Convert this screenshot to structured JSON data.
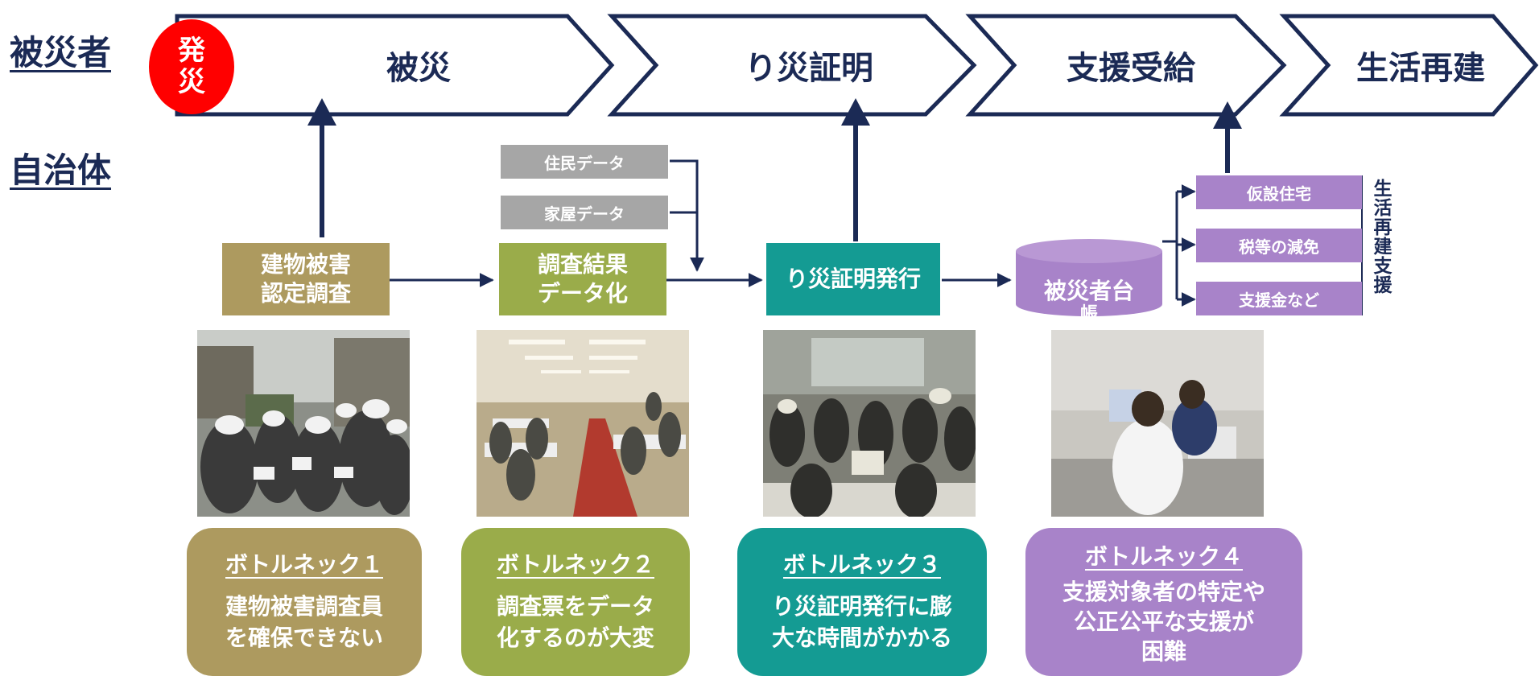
{
  "colors": {
    "navy": "#1b2a55",
    "red": "#ff0000",
    "olive": "#ad9a5f",
    "green": "#9aac4a",
    "teal": "#149b93",
    "purple": "#a883c9",
    "gray": "#a6a6a6"
  },
  "rows": {
    "victim": "被災者",
    "municipality": "自治体"
  },
  "burst": {
    "line1": "発",
    "line2": "災"
  },
  "stages": [
    "被災",
    "り災証明",
    "支援受給",
    "生活再建"
  ],
  "processes": {
    "survey": {
      "line1": "建物被害",
      "line2": "認定調査"
    },
    "digitize": {
      "line1": "調査結果",
      "line2": "データ化"
    },
    "certificate": "り災証明発行",
    "ledger": {
      "line1": "被災者台",
      "line2": "帳"
    }
  },
  "data_sources": [
    "住民データ",
    "家屋データ"
  ],
  "support_items": [
    "仮設住宅",
    "税等の減免",
    "支援金など"
  ],
  "support_group_label": "生活再建支援",
  "photos": [
    "building-damage-survey-photo",
    "data-entry-office-photo",
    "certificate-counter-photo",
    "consultation-desk-photo"
  ],
  "bottlenecks": [
    {
      "title": "ボトルネック１",
      "line1": "建物被害調査員",
      "line2": "を確保できない"
    },
    {
      "title": "ボトルネック２",
      "line1": "調査票をデータ",
      "line2": "化するのが大変"
    },
    {
      "title": "ボトルネック３",
      "line1": "り災証明発行に膨",
      "line2": "大な時間がかかる"
    },
    {
      "title": "ボトルネック４",
      "line1": "支援対象者の特定や",
      "line2": "公正公平な支援が",
      "line3": "困難"
    }
  ]
}
